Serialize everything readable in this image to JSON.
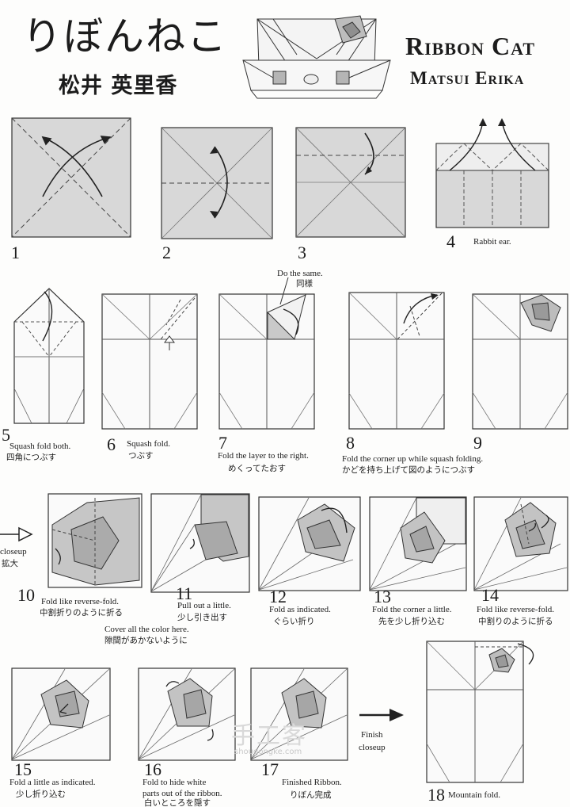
{
  "header": {
    "title_jp": "りぼんねこ",
    "author_jp": "松井 英里香",
    "title_en": "Ribbon Cat",
    "author_en": "Matsui Erika"
  },
  "steps": [
    {
      "number": "1"
    },
    {
      "number": "2"
    },
    {
      "number": "3"
    },
    {
      "number": "4",
      "caption_en": "Rabbit ear."
    },
    {
      "number": "5",
      "caption_en": "Squash fold both.",
      "caption_jp": "四角につぶす"
    },
    {
      "number": "6",
      "caption_en": "Squash fold.",
      "caption_jp": "つぶす"
    },
    {
      "number": "7",
      "caption_en": "Fold the layer to the right.",
      "caption_jp": "めくってたおす",
      "note_en": "Do the same.",
      "note_jp": "同様"
    },
    {
      "number": "8",
      "caption_en": "Fold the corner up while squash folding.",
      "caption_jp": "かどを持ち上げて図のようにつぶす"
    },
    {
      "number": "9"
    },
    {
      "number": "10",
      "caption_en": "Fold like reverse-fold.",
      "caption_jp": "中割折りのように折る"
    },
    {
      "number": "11",
      "caption_en": "Pull out a little.",
      "caption_jp": "少し引き出す",
      "note_en": "Cover all the color here.",
      "note_jp": "隙間があかないように"
    },
    {
      "number": "12",
      "caption_en": "Fold as indicated.",
      "caption_jp": "ぐらい折り"
    },
    {
      "number": "13",
      "caption_en": "Fold the corner a little.",
      "caption_jp": "先を少し折り込む"
    },
    {
      "number": "14",
      "caption_en": "Fold like reverse-fold.",
      "caption_jp": "中割りのように折る"
    },
    {
      "number": "15",
      "caption_en": "Fold a little as indicated.",
      "caption_jp": "少し折り込む"
    },
    {
      "number": "16",
      "caption_en": "Fold to hide white parts out of the ribbon.",
      "caption_jp": "白いところを隠す"
    },
    {
      "number": "17",
      "caption_en": "Finished Ribbon.",
      "caption_jp": "りぼん完成"
    },
    {
      "number": "18",
      "caption_en": "Mountain fold."
    }
  ],
  "closeup": {
    "label_en": "closeup",
    "label_jp": "拡大"
  },
  "finish": {
    "label_line1": "Finish",
    "label_line2": "closeup"
  },
  "watermark": {
    "main": "手工客",
    "sub": "shougongke.com"
  }
}
